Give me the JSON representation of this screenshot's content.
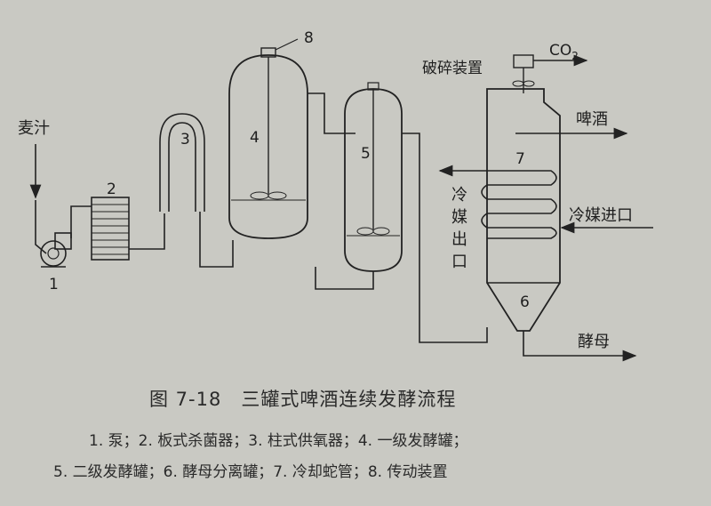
{
  "labels": {
    "wort": "麦汁",
    "crusher": "破碎装置",
    "co2": "CO",
    "co2_sub": "2",
    "beer": "啤酒",
    "coolant_in": "冷媒进口",
    "coolant_out_1": "冷",
    "coolant_out_2": "媒",
    "coolant_out_3": "出",
    "coolant_out_4": "口",
    "yeast": "酵母"
  },
  "numbers": {
    "n1": "1",
    "n2": "2",
    "n3": "3",
    "n4": "4",
    "n5": "5",
    "n6": "6",
    "n7": "7",
    "n8": "8"
  },
  "caption": {
    "title": "图 7-18　三罐式啤酒连续发酵流程",
    "line1": "1. 泵；2. 板式杀菌器；3. 柱式供氧器；4. 一级发酵罐；",
    "line2": "5. 二级发酵罐；6. 酵母分离罐；7. 冷却蛇管；8. 传动装置"
  }
}
